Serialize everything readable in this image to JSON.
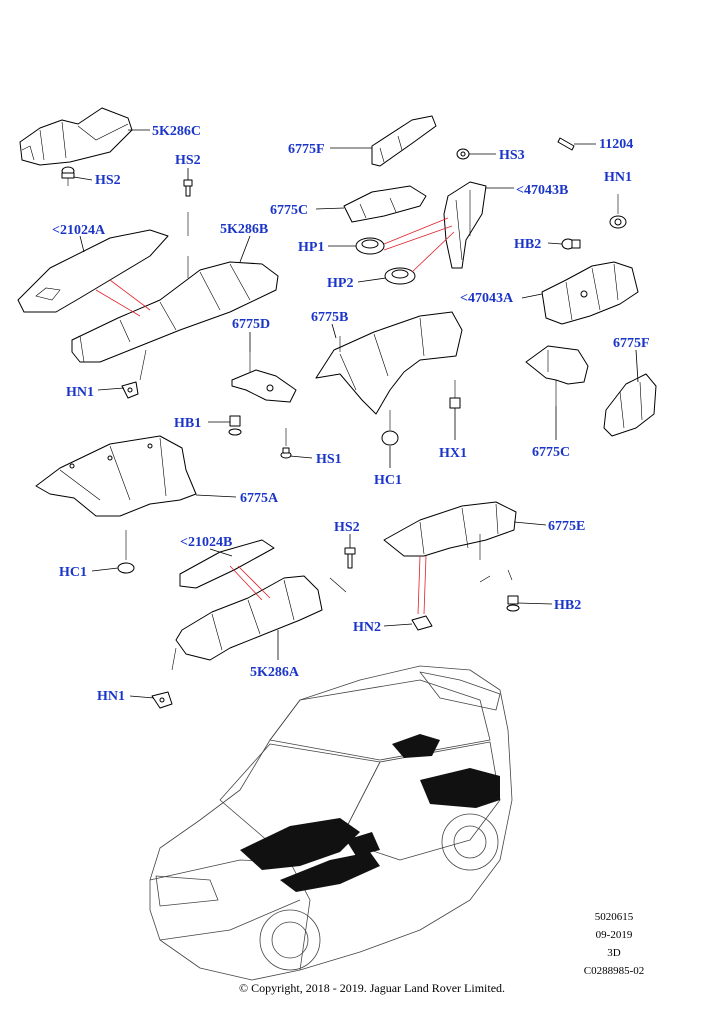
{
  "labels": [
    {
      "id": "5K286C",
      "text": "5K286C"
    },
    {
      "id": "HS2_a",
      "text": "HS2"
    },
    {
      "id": "HS2_b",
      "text": "HS2"
    },
    {
      "id": "21024A",
      "text": "<21024A"
    },
    {
      "id": "5K286B",
      "text": "5K286B"
    },
    {
      "id": "HN1_a",
      "text": "HN1"
    },
    {
      "id": "6775D",
      "text": "6775D"
    },
    {
      "id": "HB1",
      "text": "HB1"
    },
    {
      "id": "HS1",
      "text": "HS1"
    },
    {
      "id": "6775A",
      "text": "6775A"
    },
    {
      "id": "HC1_a",
      "text": "HC1"
    },
    {
      "id": "21024B",
      "text": "<21024B"
    },
    {
      "id": "5K286A",
      "text": "5K286A"
    },
    {
      "id": "HN1_b",
      "text": "HN1"
    },
    {
      "id": "6775F_a",
      "text": "6775F"
    },
    {
      "id": "HS3",
      "text": "HS3"
    },
    {
      "id": "11204",
      "text": "11204"
    },
    {
      "id": "6775C_a",
      "text": "6775C"
    },
    {
      "id": "47043B",
      "text": "<47043B"
    },
    {
      "id": "HN1_c",
      "text": "HN1"
    },
    {
      "id": "HP1",
      "text": "HP1"
    },
    {
      "id": "HB2_a",
      "text": "HB2"
    },
    {
      "id": "HP2",
      "text": "HP2"
    },
    {
      "id": "47043A",
      "text": "<47043A"
    },
    {
      "id": "6775B",
      "text": "6775B"
    },
    {
      "id": "6775F_b",
      "text": "6775F"
    },
    {
      "id": "HX1",
      "text": "HX1"
    },
    {
      "id": "6775C_b",
      "text": "6775C"
    },
    {
      "id": "HC1_b",
      "text": "HC1"
    },
    {
      "id": "HS2_c",
      "text": "HS2"
    },
    {
      "id": "6775E",
      "text": "6775E"
    },
    {
      "id": "HN2",
      "text": "HN2"
    },
    {
      "id": "HB2_b",
      "text": "HB2"
    }
  ],
  "meta": {
    "number": "5020615",
    "date": "09-2019",
    "view": "3D",
    "code": "C0288985-02"
  },
  "copyright": "© Copyright, 2018 - 2019. Jaguar Land Rover Limited."
}
